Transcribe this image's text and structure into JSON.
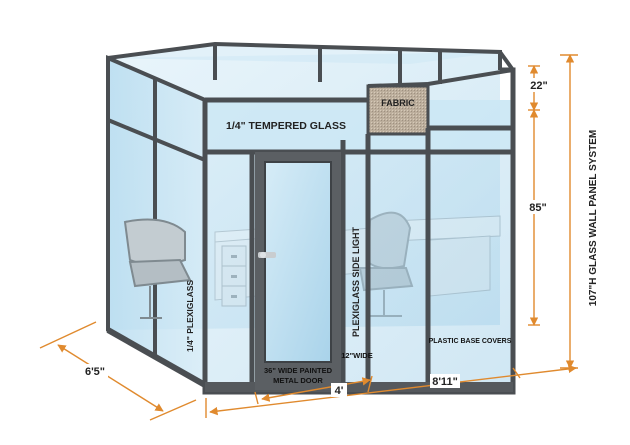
{
  "labels": {
    "tempered_glass": "1/4\" TEMPERED GLASS",
    "fabric": "FABRIC",
    "plexiglass_side_left": "1/4\" PLEXIGLASS",
    "plexiglass_side_light": "PLEXIGLASS SIDE LIGHT",
    "door_line1": "36\" WIDE PAINTED",
    "door_line2": "METAL DOOR",
    "side_light_width": "12\"WIDE",
    "plastic_base_covers": "PLASTIC BASE COVERS"
  },
  "dimensions": {
    "transom_height": "22\"",
    "wall_height": "85\"",
    "total_height": "107\"H GLASS WALL PANEL SYSTEM",
    "depth": "6'5\"",
    "width": "8'11\"",
    "door_width": "4'"
  },
  "colors": {
    "frame": "#4a4e52",
    "glass": "#c7e3f2",
    "fabric": "#b9aa98",
    "dimension": "#e08a2e",
    "door": "#5b5f63"
  }
}
